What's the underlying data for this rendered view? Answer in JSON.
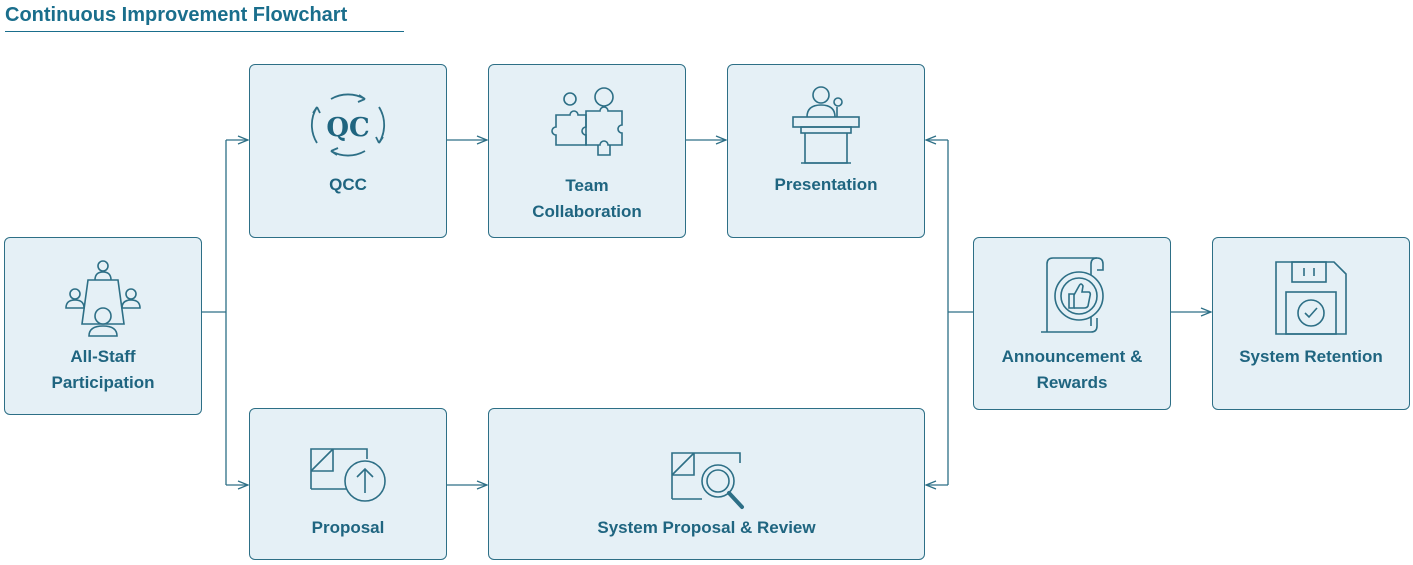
{
  "title": "Continuous Improvement Flowchart",
  "colors": {
    "box_fill": "#e5f0f6",
    "stroke": "#2d6f86",
    "text": "#1f6580"
  },
  "nodes": {
    "all_staff": {
      "label_line1": "All-Staff",
      "label_line2": "Participation",
      "icon": "meeting-table-icon"
    },
    "qcc": {
      "label": "QCC",
      "icon_text": "QC",
      "icon": "qc-cycle-icon"
    },
    "team": {
      "label_line1": "Team",
      "label_line2": "Collaboration",
      "icon": "puzzle-people-icon"
    },
    "presentation": {
      "label": "Presentation",
      "icon": "podium-speaker-icon"
    },
    "proposal": {
      "label": "Proposal",
      "icon": "document-upload-icon"
    },
    "review": {
      "label": "System Proposal & Review",
      "icon": "document-search-icon"
    },
    "announcement": {
      "label_line1": "Announcement &",
      "label_line2": "Rewards",
      "icon": "thumbs-up-certificate-icon"
    },
    "retention": {
      "label": "System Retention",
      "icon": "floppy-save-icon"
    }
  }
}
